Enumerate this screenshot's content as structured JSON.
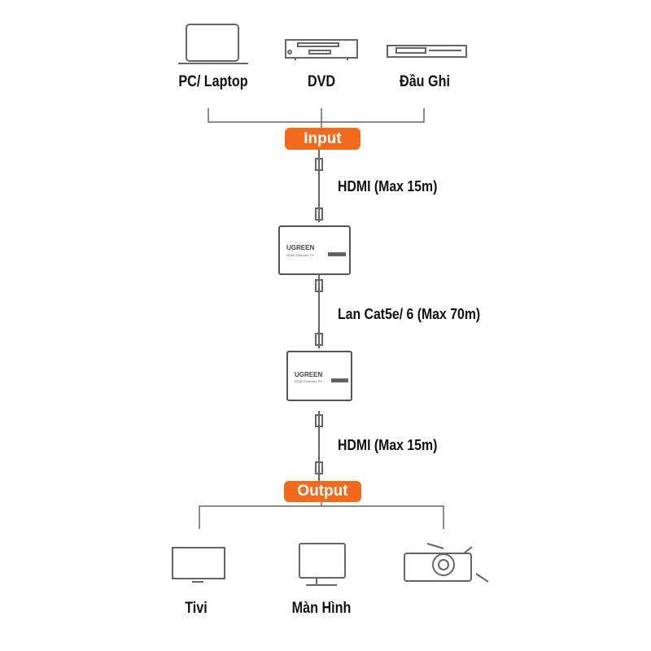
{
  "inputs": [
    {
      "label": "PC/ Laptop",
      "icon": "laptop-icon"
    },
    {
      "label": "DVD",
      "icon": "dvd-player-icon"
    },
    {
      "label": "Đầu Ghi",
      "icon": "recorder-icon"
    }
  ],
  "input_badge": "Input",
  "output_badge": "Output",
  "cables": {
    "hdmi_in": "HDMI (Max 15m)",
    "lan": "Lan Cat5e/ 6 (Max 70m)",
    "hdmi_out": "HDMI (Max 15m)"
  },
  "devices": {
    "tx": {
      "brand": "UGREEN",
      "model": "HDMI Extender TX"
    },
    "rx": {
      "brand": "UGREEN",
      "model": "HDMI Extender RX"
    }
  },
  "outputs": [
    {
      "label": "Tivi",
      "icon": "tv-icon"
    },
    {
      "label": "Màn Hình",
      "icon": "monitor-icon"
    },
    {
      "label": "",
      "icon": "projector-icon"
    }
  ],
  "colors": {
    "accent": "#f26a1b",
    "line": "#777777"
  }
}
